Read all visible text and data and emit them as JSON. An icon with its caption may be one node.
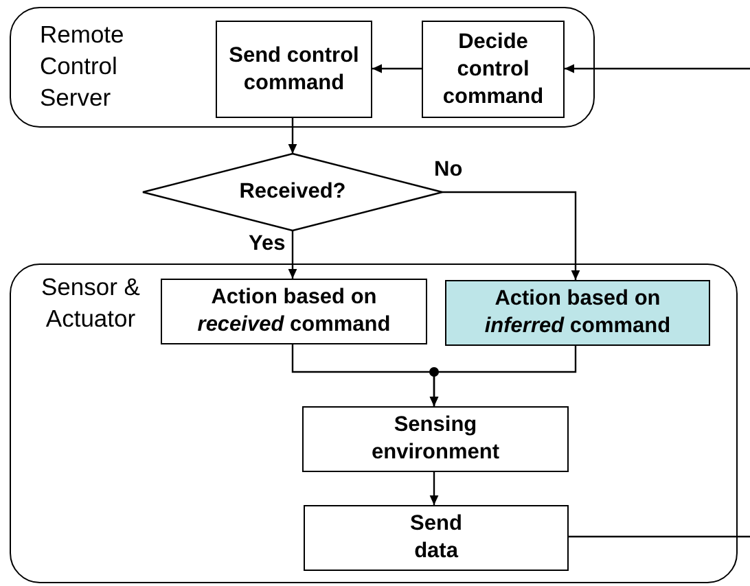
{
  "diagram": {
    "nodes": [
      {
        "text": [
          "Remote Control Server"
        ]
      },
      {
        "text": [
          "Send control command"
        ],
        "in": 0
      },
      {
        "text": [
          "Decide control command"
        ],
        "in": 0
      },
      {
        "text": [
          "Received?"
        ]
      },
      {
        "text": [
          "Sensor & Actuator"
        ]
      },
      {
        "text": [
          "Action based on *received* command"
        ],
        "in": 4
      },
      {
        "text": [
          "Action based on *inferred* command"
        ],
        "in": 4
      },
      {
        "text": [
          "Sensing environment"
        ],
        "in": 4
      },
      {
        "text": [
          "Send data"
        ],
        "in": 4
      }
    ],
    "edges": [
      {
        "from": null,
        "to": 2,
        "arrow": "to"
      },
      {
        "from": 2,
        "to": 1,
        "arrow": "to"
      },
      {
        "from": 1,
        "to": 3,
        "arrow": "to"
      },
      {
        "from": 3,
        "to": 5,
        "arrow": "to",
        "label": "Yes"
      },
      {
        "from": 3,
        "to": 6,
        "arrow": "to",
        "label": "No"
      },
      {
        "from": 5,
        "to": 7,
        "arrow": "to"
      },
      {
        "from": 6,
        "to": 7,
        "arrow": "to"
      },
      {
        "from": 7,
        "to": 8,
        "arrow": "to"
      },
      {
        "from": 8,
        "to": null,
        "arrow": "none"
      }
    ]
  }
}
